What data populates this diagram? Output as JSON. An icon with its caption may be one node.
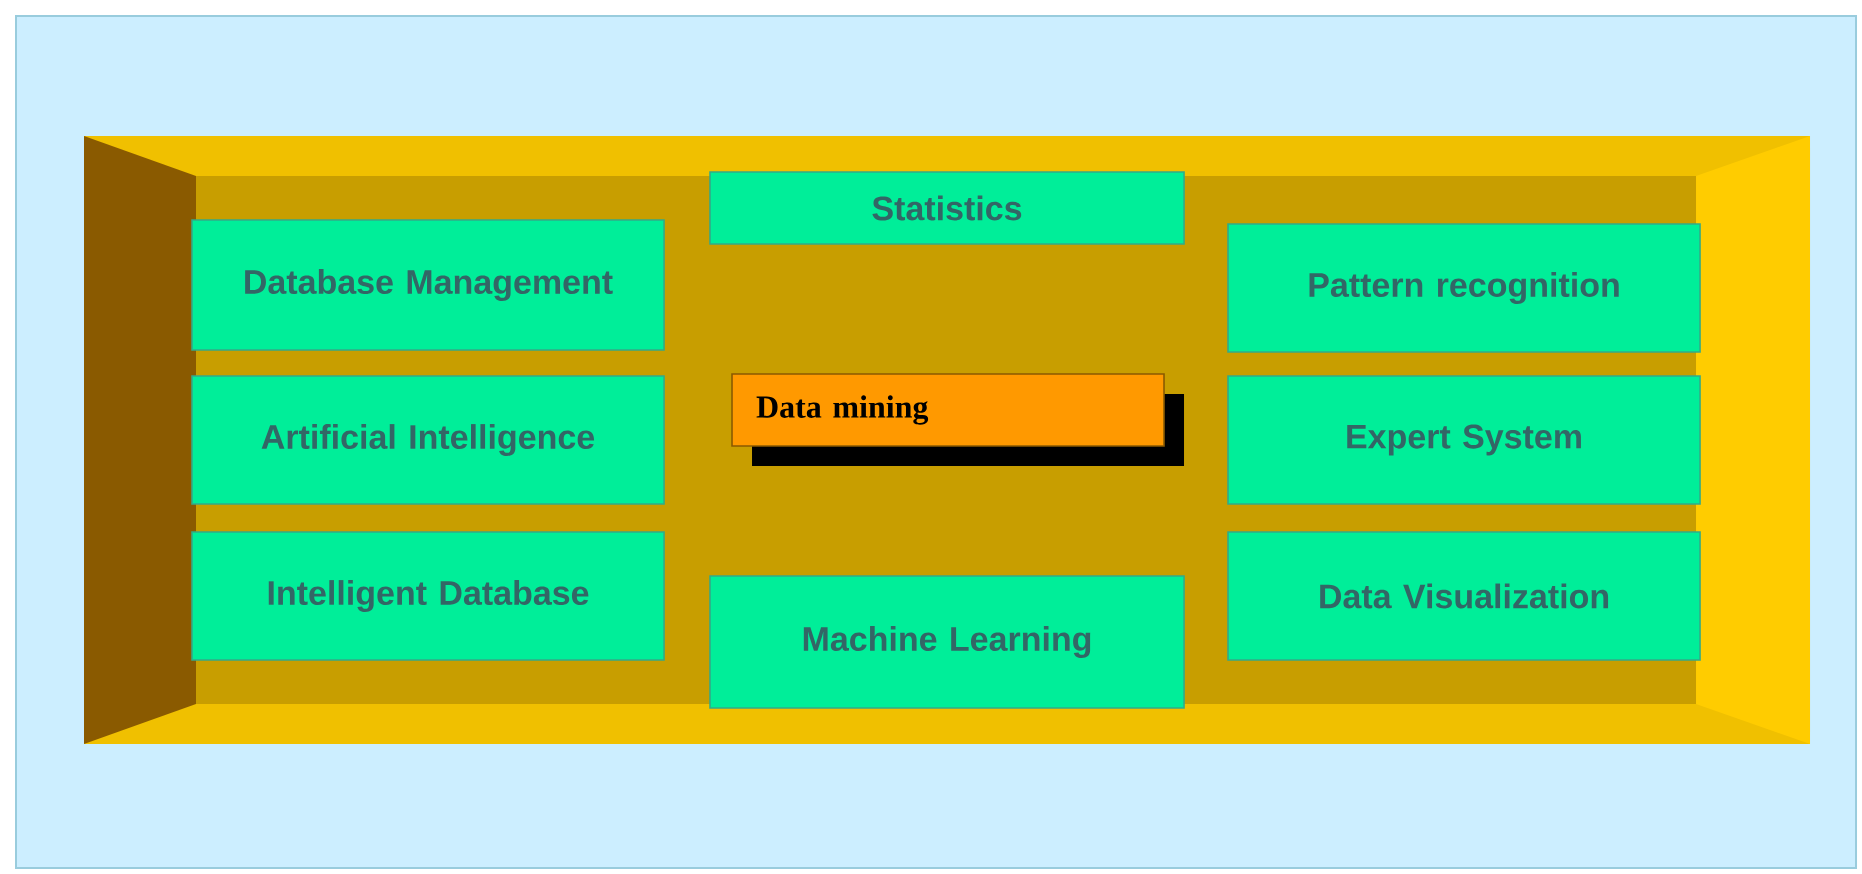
{
  "diagram": {
    "nodes": [
      {
        "text": [
          "Statistics"
        ]
      },
      {
        "text": [
          "Database Management"
        ]
      },
      {
        "text": [
          "Pattern recognition"
        ]
      },
      {
        "text": [
          "Artificial Intelligence"
        ]
      },
      {
        "text": [
          "Data mining"
        ]
      },
      {
        "text": [
          "Expert System"
        ]
      },
      {
        "text": [
          "Intelligent Database"
        ]
      },
      {
        "text": [
          "Machine Learning"
        ]
      },
      {
        "text": [
          "Data Visualization"
        ]
      }
    ]
  }
}
